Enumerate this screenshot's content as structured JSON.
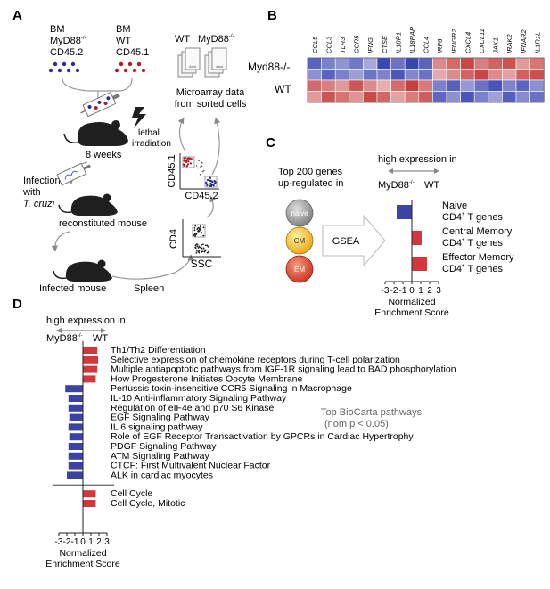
{
  "panel_a": {
    "label": "A",
    "bm_ko": [
      "BM",
      "MyD88",
      "-/-",
      "CD45.2"
    ],
    "bm_wt": [
      "BM",
      "WT",
      "CD45.1"
    ],
    "wt_label": "WT",
    "myd_label": "MyD88",
    "myd_sup": "-/-",
    "microarray": [
      "Microarray data",
      "from sorted cells"
    ],
    "irradiation": [
      "lethal",
      "irradiation"
    ],
    "weeks": "8 weeks",
    "infection": [
      "Infection",
      "with"
    ],
    "pathogen": "T. cruzi",
    "reconstituted": "reconstituted mouse",
    "infected": "Infected mouse",
    "spleen": "Spleen",
    "cd451": "CD45.1",
    "cd452": "CD45.2",
    "cd4": "CD4",
    "ssc": "SSC",
    "chip_text": "data"
  },
  "panel_b": {
    "label": "B",
    "genes": [
      "CCL5",
      "CCL3",
      "TLR3",
      "CCR5",
      "IFNG",
      "CTSE",
      "IL18R1",
      "IL18RAP",
      "CCL4",
      "IRF6",
      "IFNGR2",
      "CXCL4",
      "CXCL11",
      "JAK1",
      "IRAK2",
      "IFNAR2",
      "IL1R1L"
    ],
    "rows": [
      {
        "name": "Myd88-/-",
        "colors": [
          "#5a64c0",
          "#7b82cc",
          "#8e95d2",
          "#6f77c8",
          "#a5aad9",
          "#3c46b4",
          "#6d74c6",
          "#3a44b2",
          "#5a64c0",
          "#dc8a8a",
          "#d46a6a",
          "#c84848",
          "#d88080",
          "#d06262",
          "#cc5252",
          "#e09a9a",
          "#d87676"
        ]
      },
      {
        "name": "",
        "colors": [
          "#8a90d0",
          "#5a63bf",
          "#7a81cb",
          "#9aa0d6",
          "#6c74c6",
          "#7c82cb",
          "#4d57b9",
          "#8087cd",
          "#6a72c5",
          "#e6a8a8",
          "#dc8c8c",
          "#d16464",
          "#c84646",
          "#dc8a8a",
          "#e2a0a0",
          "#d06060",
          "#cc5050"
        ]
      },
      {
        "name": "WT",
        "colors": [
          "#d26a6a",
          "#d88080",
          "#e09898",
          "#cc5656",
          "#dc8a8a",
          "#e8aeae",
          "#d46c6c",
          "#c64040",
          "#d87a7a",
          "#7a82cc",
          "#5860be",
          "#9198d4",
          "#6a72c5",
          "#4a54b8",
          "#7e85cc",
          "#5c64c0",
          "#8a90d0"
        ]
      },
      {
        "name": "",
        "colors": [
          "#e09c9c",
          "#cc5454",
          "#d67474",
          "#de9494",
          "#c84a4a",
          "#d26666",
          "#e2a2a2",
          "#d87c7c",
          "#cf5c5c",
          "#5e66c1",
          "#8c92d1",
          "#4c56b8",
          "#7a81cb",
          "#9ca2d7",
          "#555fbd",
          "#848bce",
          "#6a72c5"
        ]
      }
    ]
  },
  "panel_c": {
    "label": "C",
    "high_expression": "high expression in",
    "myd": "MyD88",
    "myd_sup": "-/-",
    "wt": "WT",
    "top_genes": [
      "Top 200 genes",
      "up-regulated in"
    ],
    "gsea": "GSEA",
    "cells": [
      {
        "label": "naive",
        "fill": "#9a9a9a"
      },
      {
        "label": "CM",
        "fill": "#e8b21a"
      },
      {
        "label": "EM",
        "fill": "#d2402f"
      }
    ],
    "ticks": [
      "-3",
      "-2",
      "-1",
      "0",
      "1",
      "2",
      "3"
    ],
    "xlabel": [
      "Normalized",
      "Enrichment Score"
    ]
  },
  "panel_d": {
    "label": "D",
    "high_expression": "high expression in",
    "myd": "MyD88",
    "myd_sup": "-/-",
    "wt": "WT",
    "legend": [
      "Top BioCarta pathways",
      "(nom p < 0.05)"
    ],
    "ticks": [
      "-3",
      "-2",
      "-1",
      "0",
      "1",
      "2",
      "3"
    ],
    "xlabel": [
      "Normalized",
      "Enrichment Score"
    ]
  },
  "chart_data": [
    {
      "type": "bar",
      "orientation": "horizontal",
      "categories": [
        "Naive CD4+ T genes",
        "Central Memory CD4+ T genes",
        "Effector Memory CD4+ T genes"
      ],
      "category_lines": [
        [
          "Naive",
          "CD4",
          "+",
          " T genes"
        ],
        [
          "Central Memory",
          "CD4",
          "+",
          " T genes"
        ],
        [
          "Effector Memory",
          "CD4",
          "+",
          " T genes"
        ]
      ],
      "values": [
        -1.7,
        1.1,
        1.7
      ],
      "xlim": [
        -3,
        3
      ],
      "colors": {
        "negative": "#3b44a3",
        "positive": "#d2373e"
      }
    },
    {
      "type": "bar",
      "orientation": "horizontal",
      "categories": [
        "Th1/Th2 Differentiation",
        "Selective expression of chemokine receptors during T-cell polarization",
        "Multiple antiapoptotic pathways from IGF-1R signaling lead to BAD phosphorylation",
        "How Progesterone Initiates Oocyte Membrane",
        "Pertussis toxin-insensitive CCR5 Signaling in Macrophage",
        "IL-10 Anti-inflammatory Signaling Pathway",
        "Regulation of eIF4e and p70 S6 Kinase",
        "EGF Signaling Pathway",
        "IL 6 signaling pathway",
        "Role of EGF Receptor Transactivation by GPCRs in Cardiac Hypertrophy",
        "PDGF Signaling Pathway",
        "ATM Signaling Pathway",
        "CTCF: First Multivalent Nuclear Factor",
        "ALK in cardiac myocytes",
        "Cell Cycle",
        "Cell Cycle, Mitotic"
      ],
      "values": [
        1.8,
        1.9,
        1.8,
        1.6,
        -2.2,
        -1.8,
        -1.8,
        -1.7,
        -1.8,
        -1.7,
        -1.8,
        -1.8,
        -1.8,
        -2.0,
        1.6,
        1.6
      ],
      "xlim": [
        -3,
        3
      ],
      "colors": {
        "negative": "#3b44a3",
        "positive": "#d2373e"
      }
    }
  ]
}
